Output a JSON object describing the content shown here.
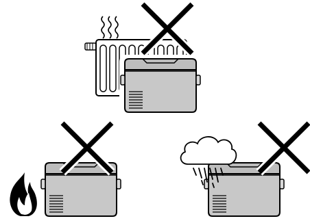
{
  "figure": {
    "panels": [
      {
        "id": "near-radiator",
        "hazard": "radiator",
        "verdict": "not-allowed"
      },
      {
        "id": "near-fire",
        "hazard": "fire",
        "verdict": "not-allowed"
      },
      {
        "id": "in-rain",
        "hazard": "rain",
        "verdict": "not-allowed"
      }
    ],
    "colors": {
      "outline": "#000000",
      "body_fill": "#c8c8c8",
      "lid_fill": "#bdbdbd",
      "radiator_fill": "#ffffff",
      "cross": "#000000",
      "background": "#ffffff"
    }
  }
}
